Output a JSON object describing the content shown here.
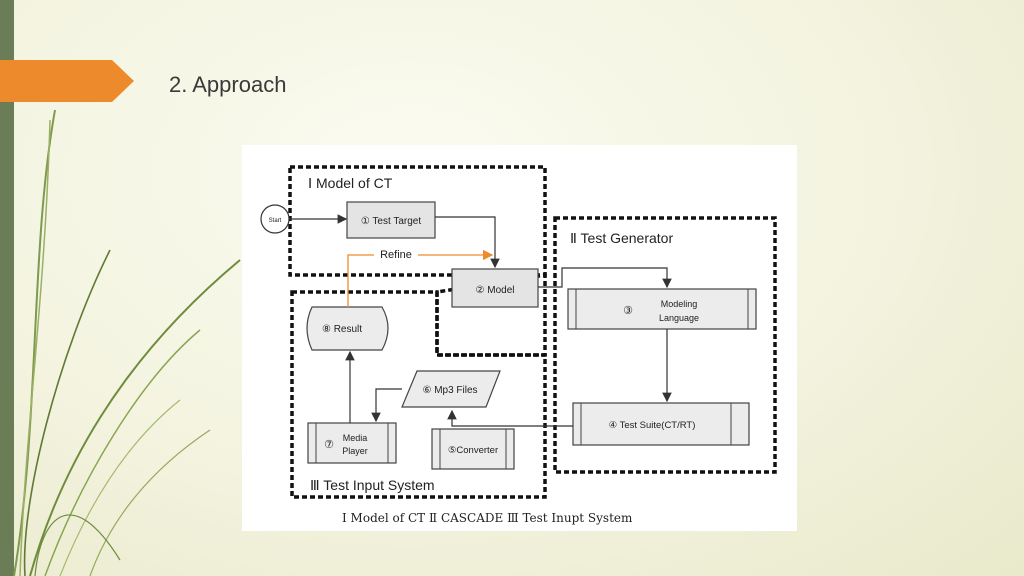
{
  "slide": {
    "title": "2. Approach"
  },
  "diagram": {
    "start_label": "Start",
    "refine_label": "Refine",
    "groups": {
      "model_of_ct": "Ⅰ Model of CT",
      "test_generator": "Ⅱ Test Generator",
      "test_input_system": "Ⅲ  Test Input System"
    },
    "nodes": {
      "test_target": "① Test Target",
      "model": "② Model",
      "modeling_language_1": "③",
      "modeling_language_2": "Modeling",
      "modeling_language_3": "Language",
      "test_suite": "④ Test Suite(CT/RT)",
      "converter": "⑤Converter",
      "mp3_files": "⑥ Mp3 Files",
      "media_player_num": "⑦",
      "media_player_1": "Media",
      "media_player_2": "Player",
      "result": "⑧ Result"
    },
    "caption": "Ⅰ  Model of CT  Ⅱ  CASCADE   Ⅲ  Test Inupt System"
  },
  "colors": {
    "accent": "#ed8b2c",
    "sidebar": "#6b7d57",
    "refine_line": "#ed8b2c"
  }
}
